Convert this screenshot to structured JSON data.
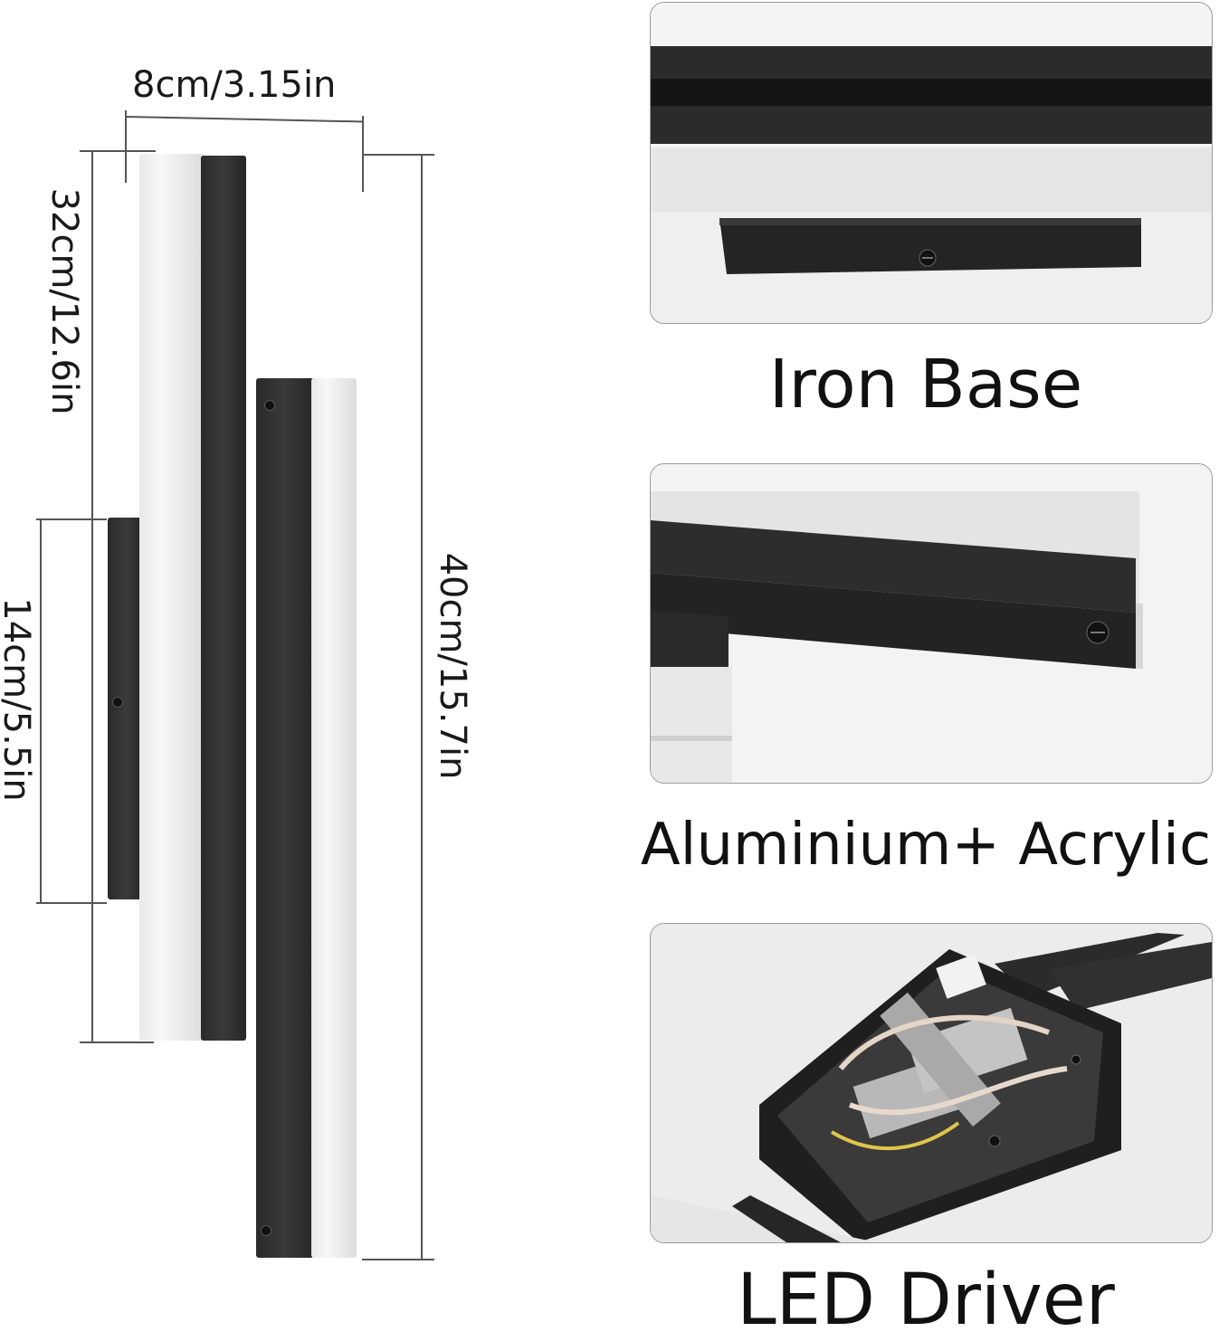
{
  "dimensions": {
    "width": "8cm/3.15in",
    "height_upper": "32cm/12.6in",
    "base_height": "14cm/5.5in",
    "total_height": "40cm/15.7in"
  },
  "features": [
    {
      "caption": "Iron Base"
    },
    {
      "caption": "Aluminium+ Acrylic"
    },
    {
      "caption": "LED Driver"
    }
  ],
  "colors": {
    "metal": "#2e2e2e",
    "acrylic": "#ececec",
    "panel_border": "#9a9a9a"
  }
}
